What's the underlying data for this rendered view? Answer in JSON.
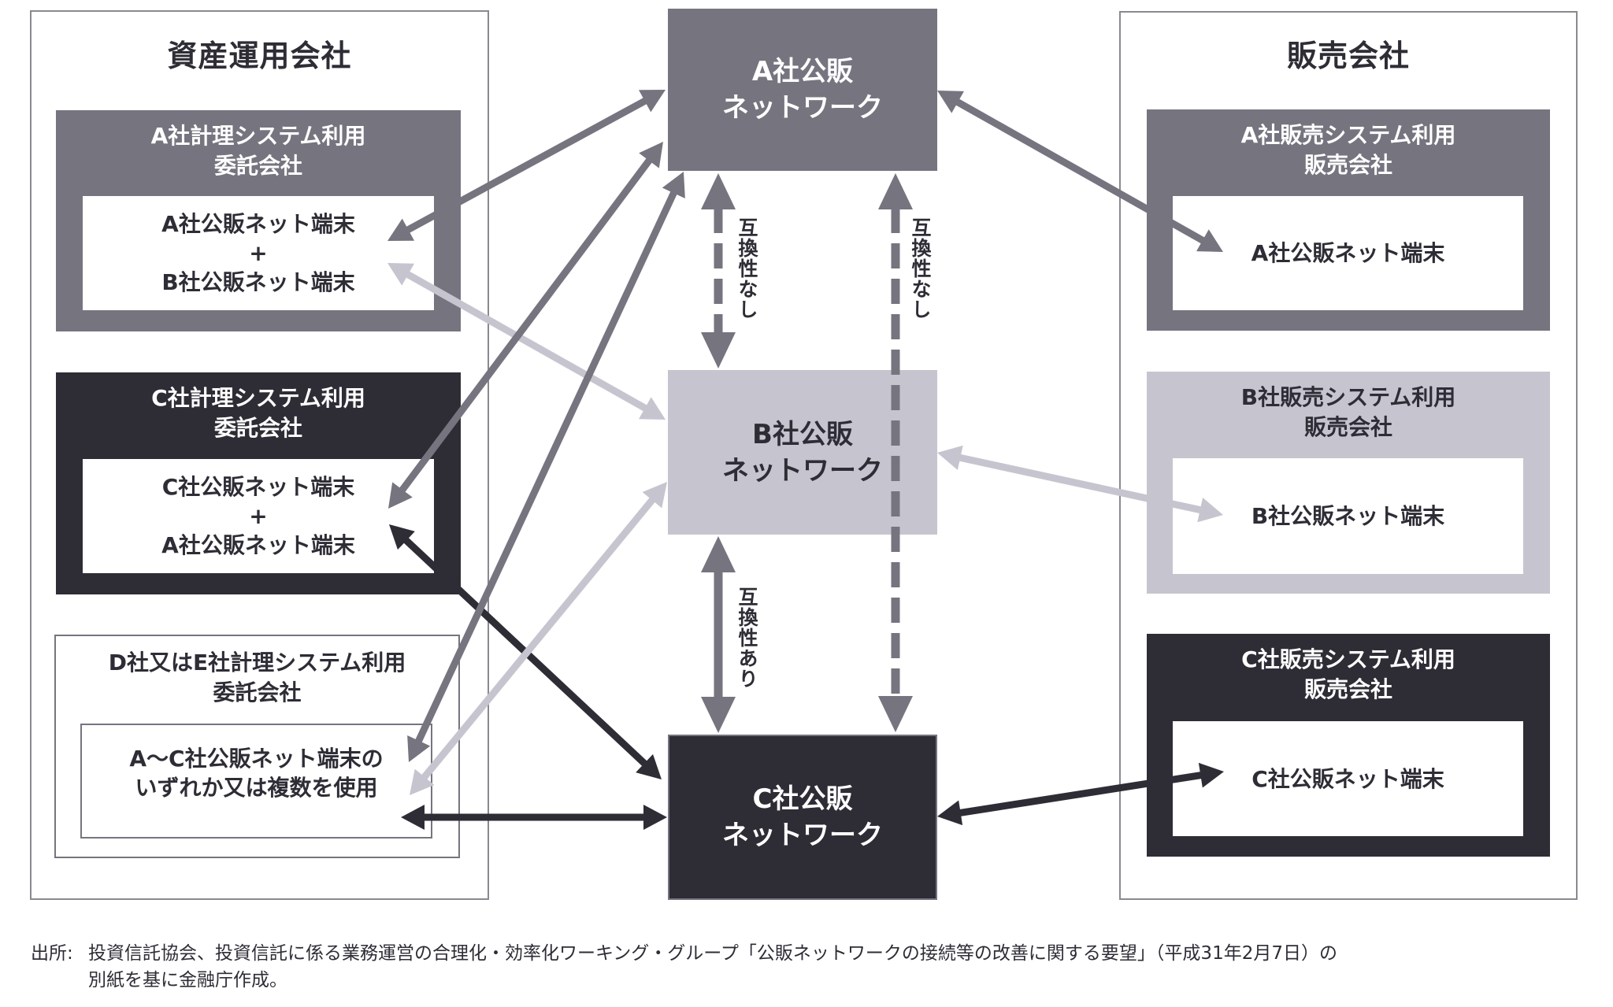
{
  "colors": {
    "medium": "#76747f",
    "light": "#c6c5cf",
    "dark": "#2e2d36",
    "outline": "#8a8990"
  },
  "left_group": {
    "title": "資産運用会社",
    "companies": [
      {
        "title": "A社計理システム利用\n委託会社",
        "style": "medium",
        "terminals": [
          "A社公販ネット端末",
          "+",
          "B社公販ネット端末"
        ]
      },
      {
        "title": "C社計理システム利用\n委託会社",
        "style": "dark",
        "terminals": [
          "C社公販ネット端末",
          "+",
          "A社公販ネット端末"
        ]
      },
      {
        "title": "D社又はE社計理システム利用\n委託会社",
        "style": "outline",
        "terminals": [
          "A〜C社公販ネット端末の",
          "いずれか又は複数を使用"
        ]
      }
    ]
  },
  "networks": [
    {
      "line1": "A社公販",
      "line2": "ネットワーク",
      "style": "medium"
    },
    {
      "line1": "B社公販",
      "line2": "ネットワーク",
      "style": "light"
    },
    {
      "line1": "C社公販",
      "line2": "ネットワーク",
      "style": "dark"
    }
  ],
  "compat_labels": {
    "a_b": "互換性なし",
    "a_c": "互換性なし",
    "b_c": "互換性あり"
  },
  "right_group": {
    "title": "販売会社",
    "companies": [
      {
        "title": "A社販売システム利用\n販売会社",
        "style": "medium",
        "terminal": "A社公販ネット端末"
      },
      {
        "title": "B社販売システム利用\n販売会社",
        "style": "light",
        "terminal": "B社公販ネット端末"
      },
      {
        "title": "C社販売システム利用\n販売会社",
        "style": "dark",
        "terminal": "C社公販ネット端末"
      }
    ]
  },
  "connections": [
    {
      "from": "A社計理システム利用委託会社/A社公販ネット端末",
      "to": "A社公販ネットワーク",
      "style": "medium",
      "dashed": false
    },
    {
      "from": "A社計理システム利用委託会社/B社公販ネット端末",
      "to": "B社公販ネットワーク",
      "style": "light",
      "dashed": false
    },
    {
      "from": "C社計理システム利用委託会社/C社公販ネット端末",
      "to": "A社公販ネットワーク",
      "style": "medium",
      "dashed": false
    },
    {
      "from": "C社計理システム利用委託会社/A社公販ネット端末",
      "to": "C社公販ネットワーク",
      "style": "dark",
      "dashed": false
    },
    {
      "from": "D社又はE社計理システム利用委託会社",
      "to": "A社公販ネットワーク",
      "style": "medium",
      "dashed": false
    },
    {
      "from": "D社又はE社計理システム利用委託会社",
      "to": "B社公販ネットワーク",
      "style": "light",
      "dashed": false
    },
    {
      "from": "D社又はE社計理システム利用委託会社",
      "to": "C社公販ネットワーク",
      "style": "dark",
      "dashed": false
    },
    {
      "from": "A社公販ネットワーク",
      "to": "A社販売システム利用販売会社/A社公販ネット端末",
      "style": "medium",
      "dashed": false
    },
    {
      "from": "B社公販ネットワーク",
      "to": "B社販売システム利用販売会社/B社公販ネット端末",
      "style": "light",
      "dashed": false
    },
    {
      "from": "C社公販ネットワーク",
      "to": "C社販売システム利用販売会社/C社公販ネット端末",
      "style": "dark",
      "dashed": false
    },
    {
      "from": "A社公販ネットワーク",
      "to": "B社公販ネットワーク",
      "style": "medium",
      "dashed": true,
      "label": "互換性なし"
    },
    {
      "from": "A社公販ネットワーク",
      "to": "C社公販ネットワーク",
      "style": "medium",
      "dashed": true,
      "label": "互換性なし"
    },
    {
      "from": "B社公販ネットワーク",
      "to": "C社公販ネットワーク",
      "style": "medium",
      "dashed": false,
      "label": "互換性あり"
    }
  ],
  "footnote": {
    "label": "出所:",
    "line1": "投資信託協会、投資信託に係る業務運営の合理化・効率化ワーキング・グループ「公販ネットワークの接続等の改善に関する要望」（平成31年2月7日）の",
    "line2": "別紙を基に金融庁作成。"
  }
}
